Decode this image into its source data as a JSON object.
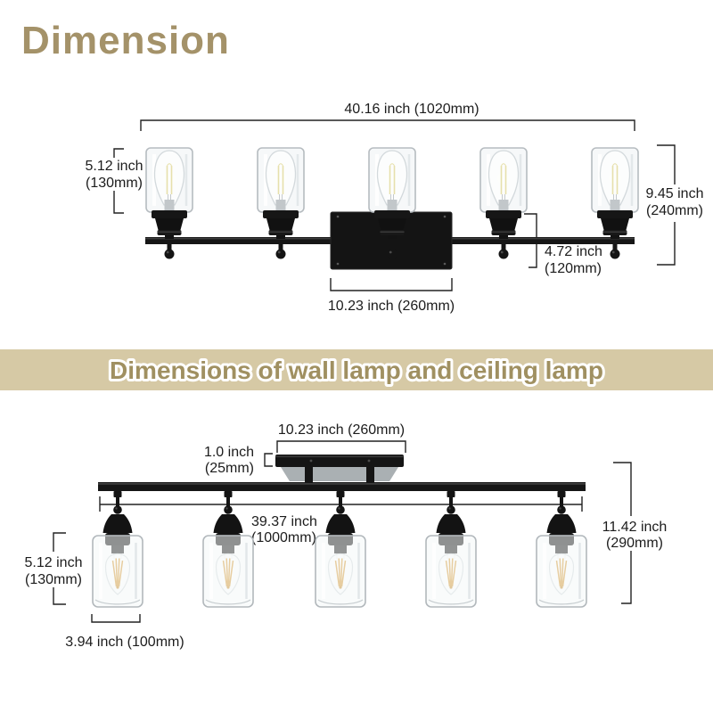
{
  "title": "Dimension",
  "banner": {
    "text": "Dimensions of wall lamp and ceiling lamp",
    "bg_color": "#d6c9a5",
    "text_color": "#a09061"
  },
  "colors": {
    "title_text": "#a49269",
    "fixture_black": "#151515",
    "dimension_ink": "#1c1c1c",
    "filament_amber": "#d79a35",
    "filament_pale": "#e6e0ac",
    "glass_stroke": "#b5bbbf"
  },
  "wall_lamp": {
    "lights_count": 5,
    "dims": {
      "width": {
        "line1": "40.16 inch (1020mm)"
      },
      "shade_height": {
        "line1": "5.12 inch",
        "line2": "(130mm)"
      },
      "total_height": {
        "line1": "9.45 inch",
        "line2": "(240mm)"
      },
      "backplate_height": {
        "line1": "4.72 inch",
        "line2": "(120mm)"
      },
      "backplate_width": {
        "line1": "10.23 inch (260mm)"
      }
    }
  },
  "ceiling_lamp": {
    "lights_count": 5,
    "dims": {
      "canopy_width": {
        "line1": "10.23 inch (260mm)"
      },
      "canopy_height": {
        "line1": "1.0 inch",
        "line2": "(25mm)"
      },
      "bar_length": {
        "line1": "39.37 inch",
        "line2": "(1000mm)"
      },
      "total_height": {
        "line1": "11.42 inch",
        "line2": "(290mm)"
      },
      "shade_height": {
        "line1": "5.12 inch",
        "line2": "(130mm)"
      },
      "shade_diameter": {
        "line1": "3.94 inch (100mm)"
      }
    }
  }
}
